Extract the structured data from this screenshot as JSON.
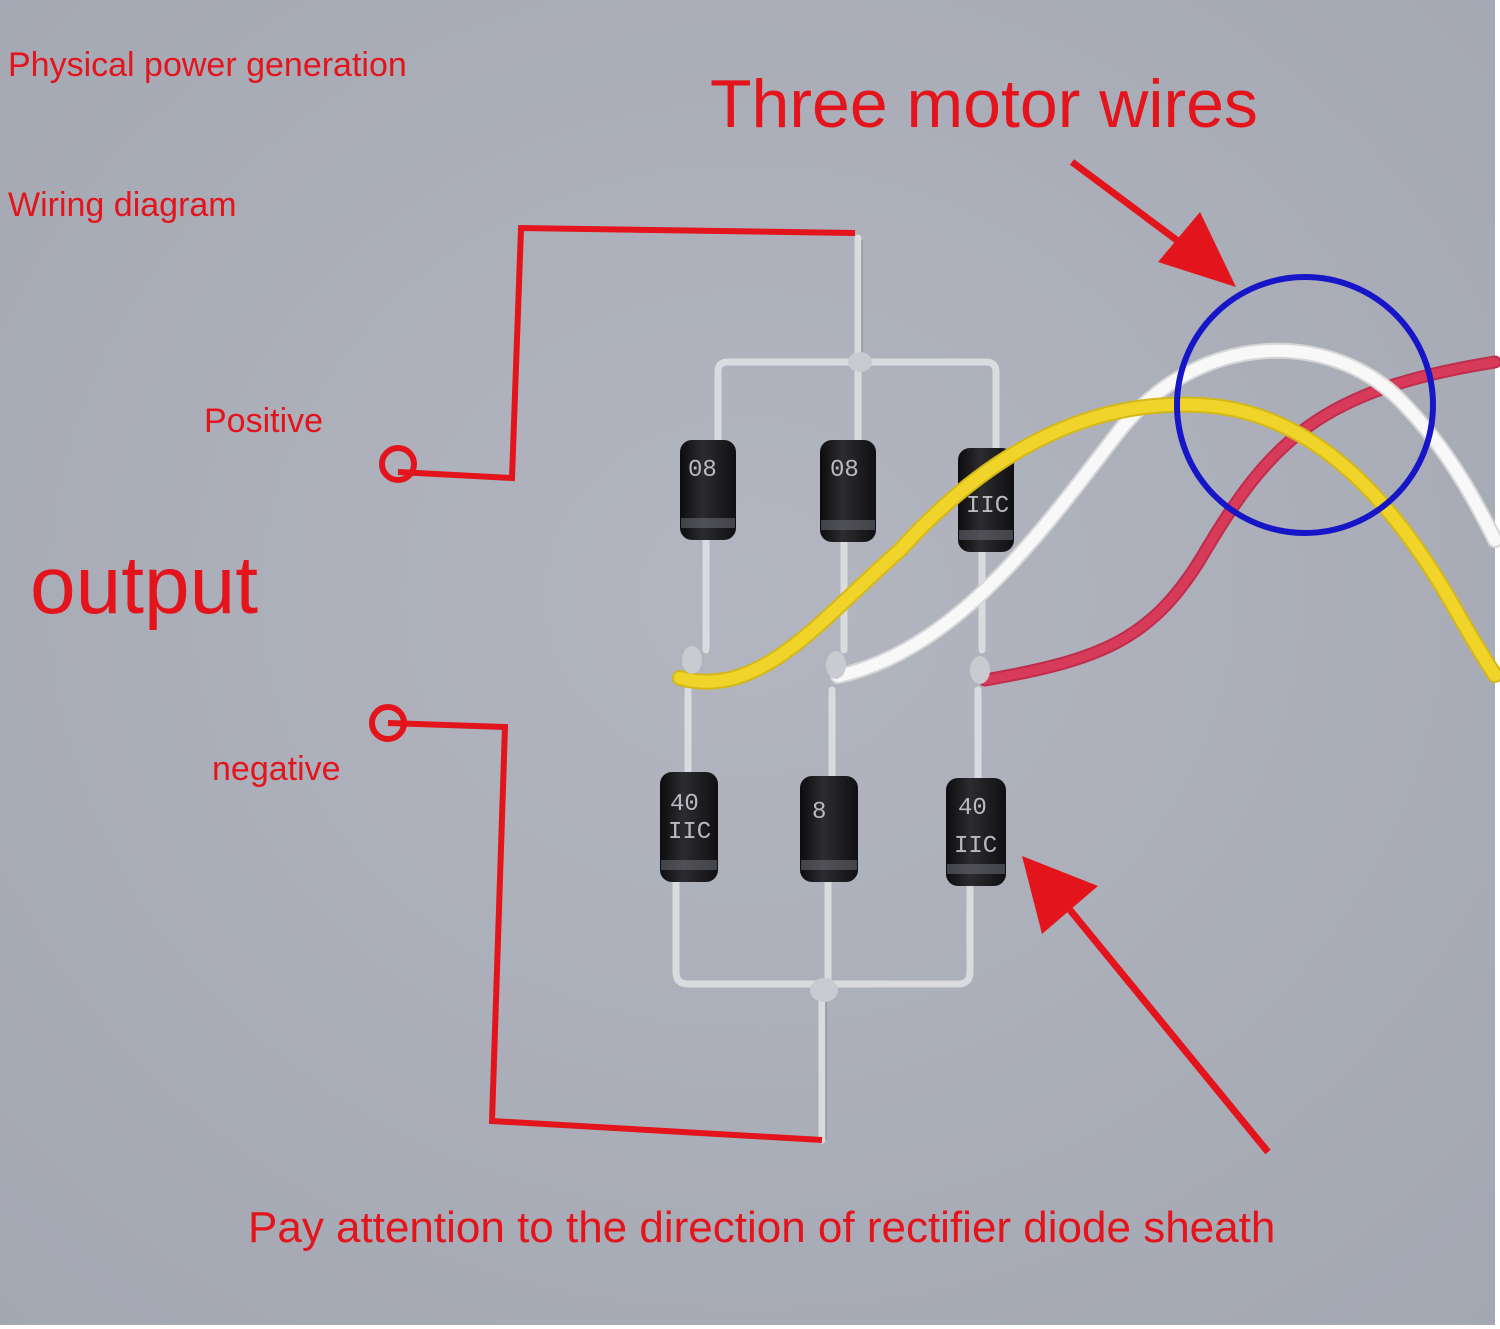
{
  "diagram": {
    "title_line1": "Physical power generation",
    "title_line2": "Wiring diagram",
    "callout_motor_wires": "Three motor wires",
    "label_positive": "Positive",
    "label_output": "output",
    "label_negative": "negative",
    "note_diode": "Pay attention to the direction of rectifier diode sheath",
    "diode_markings": {
      "top_left": "08",
      "top_middle": "08",
      "top_right": "IIC",
      "bottom_left": "40",
      "bottom_left_2": "IIC",
      "bottom_middle": "8",
      "bottom_right": "40",
      "bottom_right_2": "IIC"
    }
  },
  "colors": {
    "annotation_red": "#e3141b",
    "background_gray": "#a9adb8",
    "highlight_circle_blue": "#1616c8",
    "wire_yellow": "#f0d42a",
    "wire_white": "#f8f8f8",
    "wire_red": "#d83a5a",
    "diode_body": "#1d1d1f",
    "lead_silver": "#d9dbdf"
  }
}
